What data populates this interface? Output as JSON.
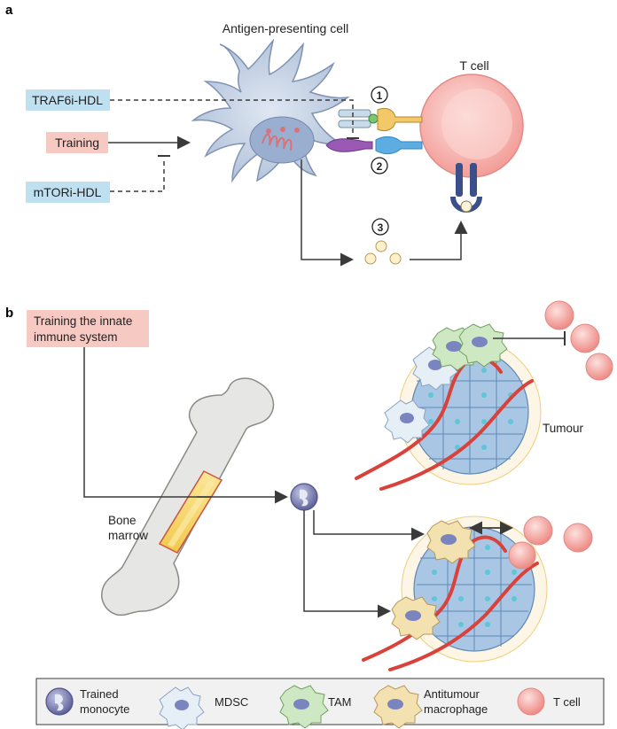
{
  "panel_a": {
    "letter": "a",
    "apc_label": "Antigen-presenting cell",
    "tcell_label": "T cell",
    "traf6_box": "TRAF6i-HDL",
    "training_box": "Training",
    "mtor_box": "mTORi-HDL",
    "step1": "1",
    "step2": "2",
    "step3": "3"
  },
  "panel_b": {
    "letter": "b",
    "training_box_line1": "Training the innate",
    "training_box_line2": "immune system",
    "bone_label_line1": "Bone",
    "bone_label_line2": "marrow",
    "tumour_label": "Tumour"
  },
  "legend": {
    "items": [
      {
        "line1": "Trained",
        "line2": "monocyte",
        "icon": "trained-monocyte-icon"
      },
      {
        "line1": "MDSC",
        "line2": "",
        "icon": "mdsc-icon"
      },
      {
        "line1": "TAM",
        "line2": "",
        "icon": "tam-icon"
      },
      {
        "line1": "Antitumour",
        "line2": "macrophage",
        "icon": "antitumour-macrophage-icon"
      },
      {
        "line1": "T cell",
        "line2": "",
        "icon": "t-cell-icon"
      }
    ]
  },
  "colors": {
    "apc_body": "#c9d6e8",
    "tcell_body": "#f8c1bd",
    "hdl_box": "#bfe0f1",
    "training_box": "#f7c9c3",
    "mdsc": "#e6eef6",
    "tam": "#cfe8c4",
    "antitumour": "#f4e1b0",
    "monocyte": "#8f93c6",
    "tumour_cell": "#a9c7e4",
    "vessel": "#e0473f"
  }
}
